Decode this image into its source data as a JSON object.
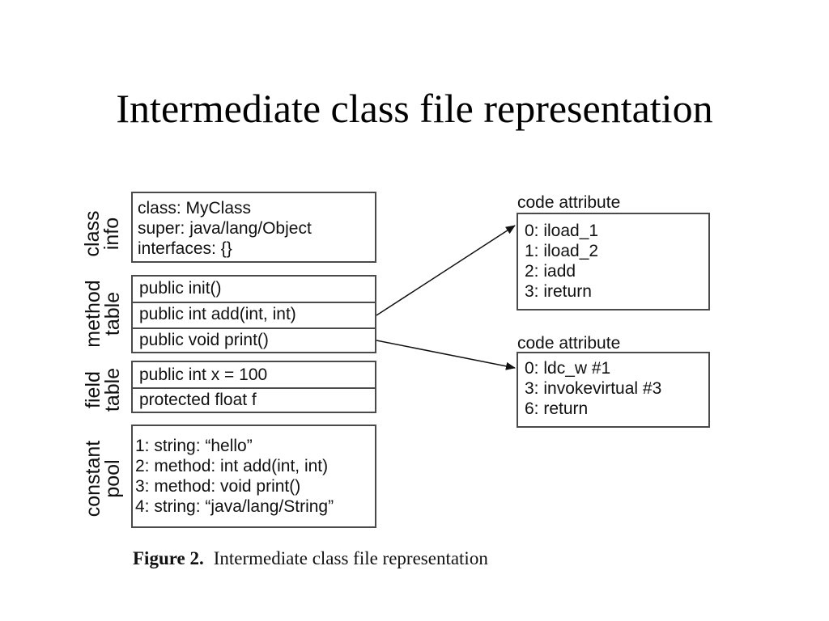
{
  "slide": {
    "title": "Intermediate class file representation"
  },
  "class_info": {
    "label_line1": "class",
    "label_line2": "info",
    "lines": [
      "class: MyClass",
      "super: java/lang/Object",
      "interfaces: {}"
    ]
  },
  "method_table": {
    "label_line1": "method",
    "label_line2": "table",
    "rows": [
      "public init()",
      "public int add(int, int)",
      "public void print()"
    ]
  },
  "field_table": {
    "label_line1": "field",
    "label_line2": "table",
    "rows": [
      "public int x = 100",
      "protected float f"
    ]
  },
  "constant_pool": {
    "label_line1": "constant",
    "label_line2": "pool",
    "lines": [
      "1: string: “hello”",
      "2: method: int add(int, int)",
      "3: method: void print()",
      "4: string: “java/lang/String”"
    ]
  },
  "code_attributes": [
    {
      "heading": "code attribute",
      "lines": [
        "0: iload_1",
        "1: iload_2",
        "2: iadd",
        "3: ireturn"
      ]
    },
    {
      "heading": "code attribute",
      "lines": [
        "0: ldc_w #1",
        "3: invokevirtual #3",
        "6: return"
      ]
    }
  ],
  "caption": {
    "label": "Figure 2.",
    "text": "Intermediate class file representation"
  }
}
